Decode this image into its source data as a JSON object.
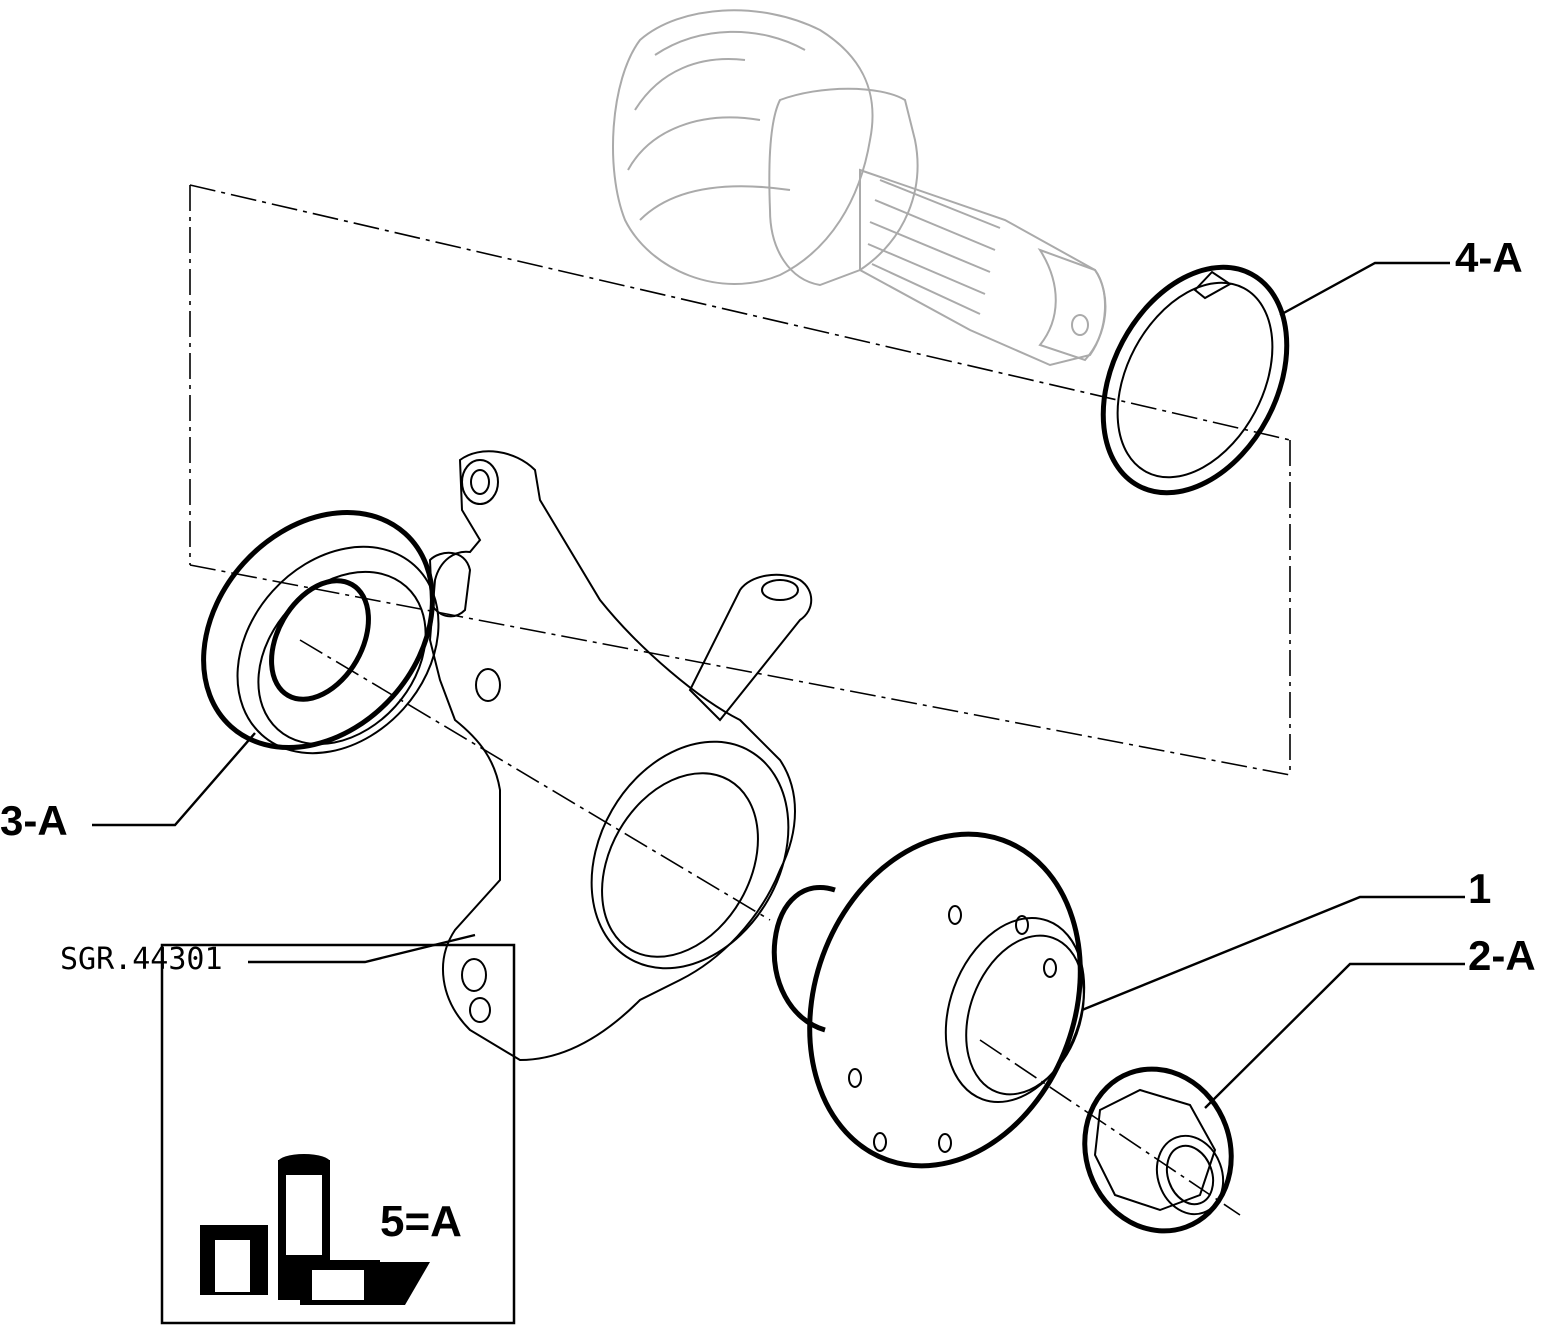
{
  "callouts": {
    "part_4a": "4-A",
    "part_3a": "3-A",
    "part_1": "1",
    "part_2a": "2-A",
    "kit": "5=A"
  },
  "reference_code": "SGR.44301",
  "colors": {
    "line": "#000000",
    "ghost_line": "#aaaaaa",
    "background": "#ffffff"
  },
  "icons": {
    "kit_icon": "parts-kit-boxes-icon"
  }
}
